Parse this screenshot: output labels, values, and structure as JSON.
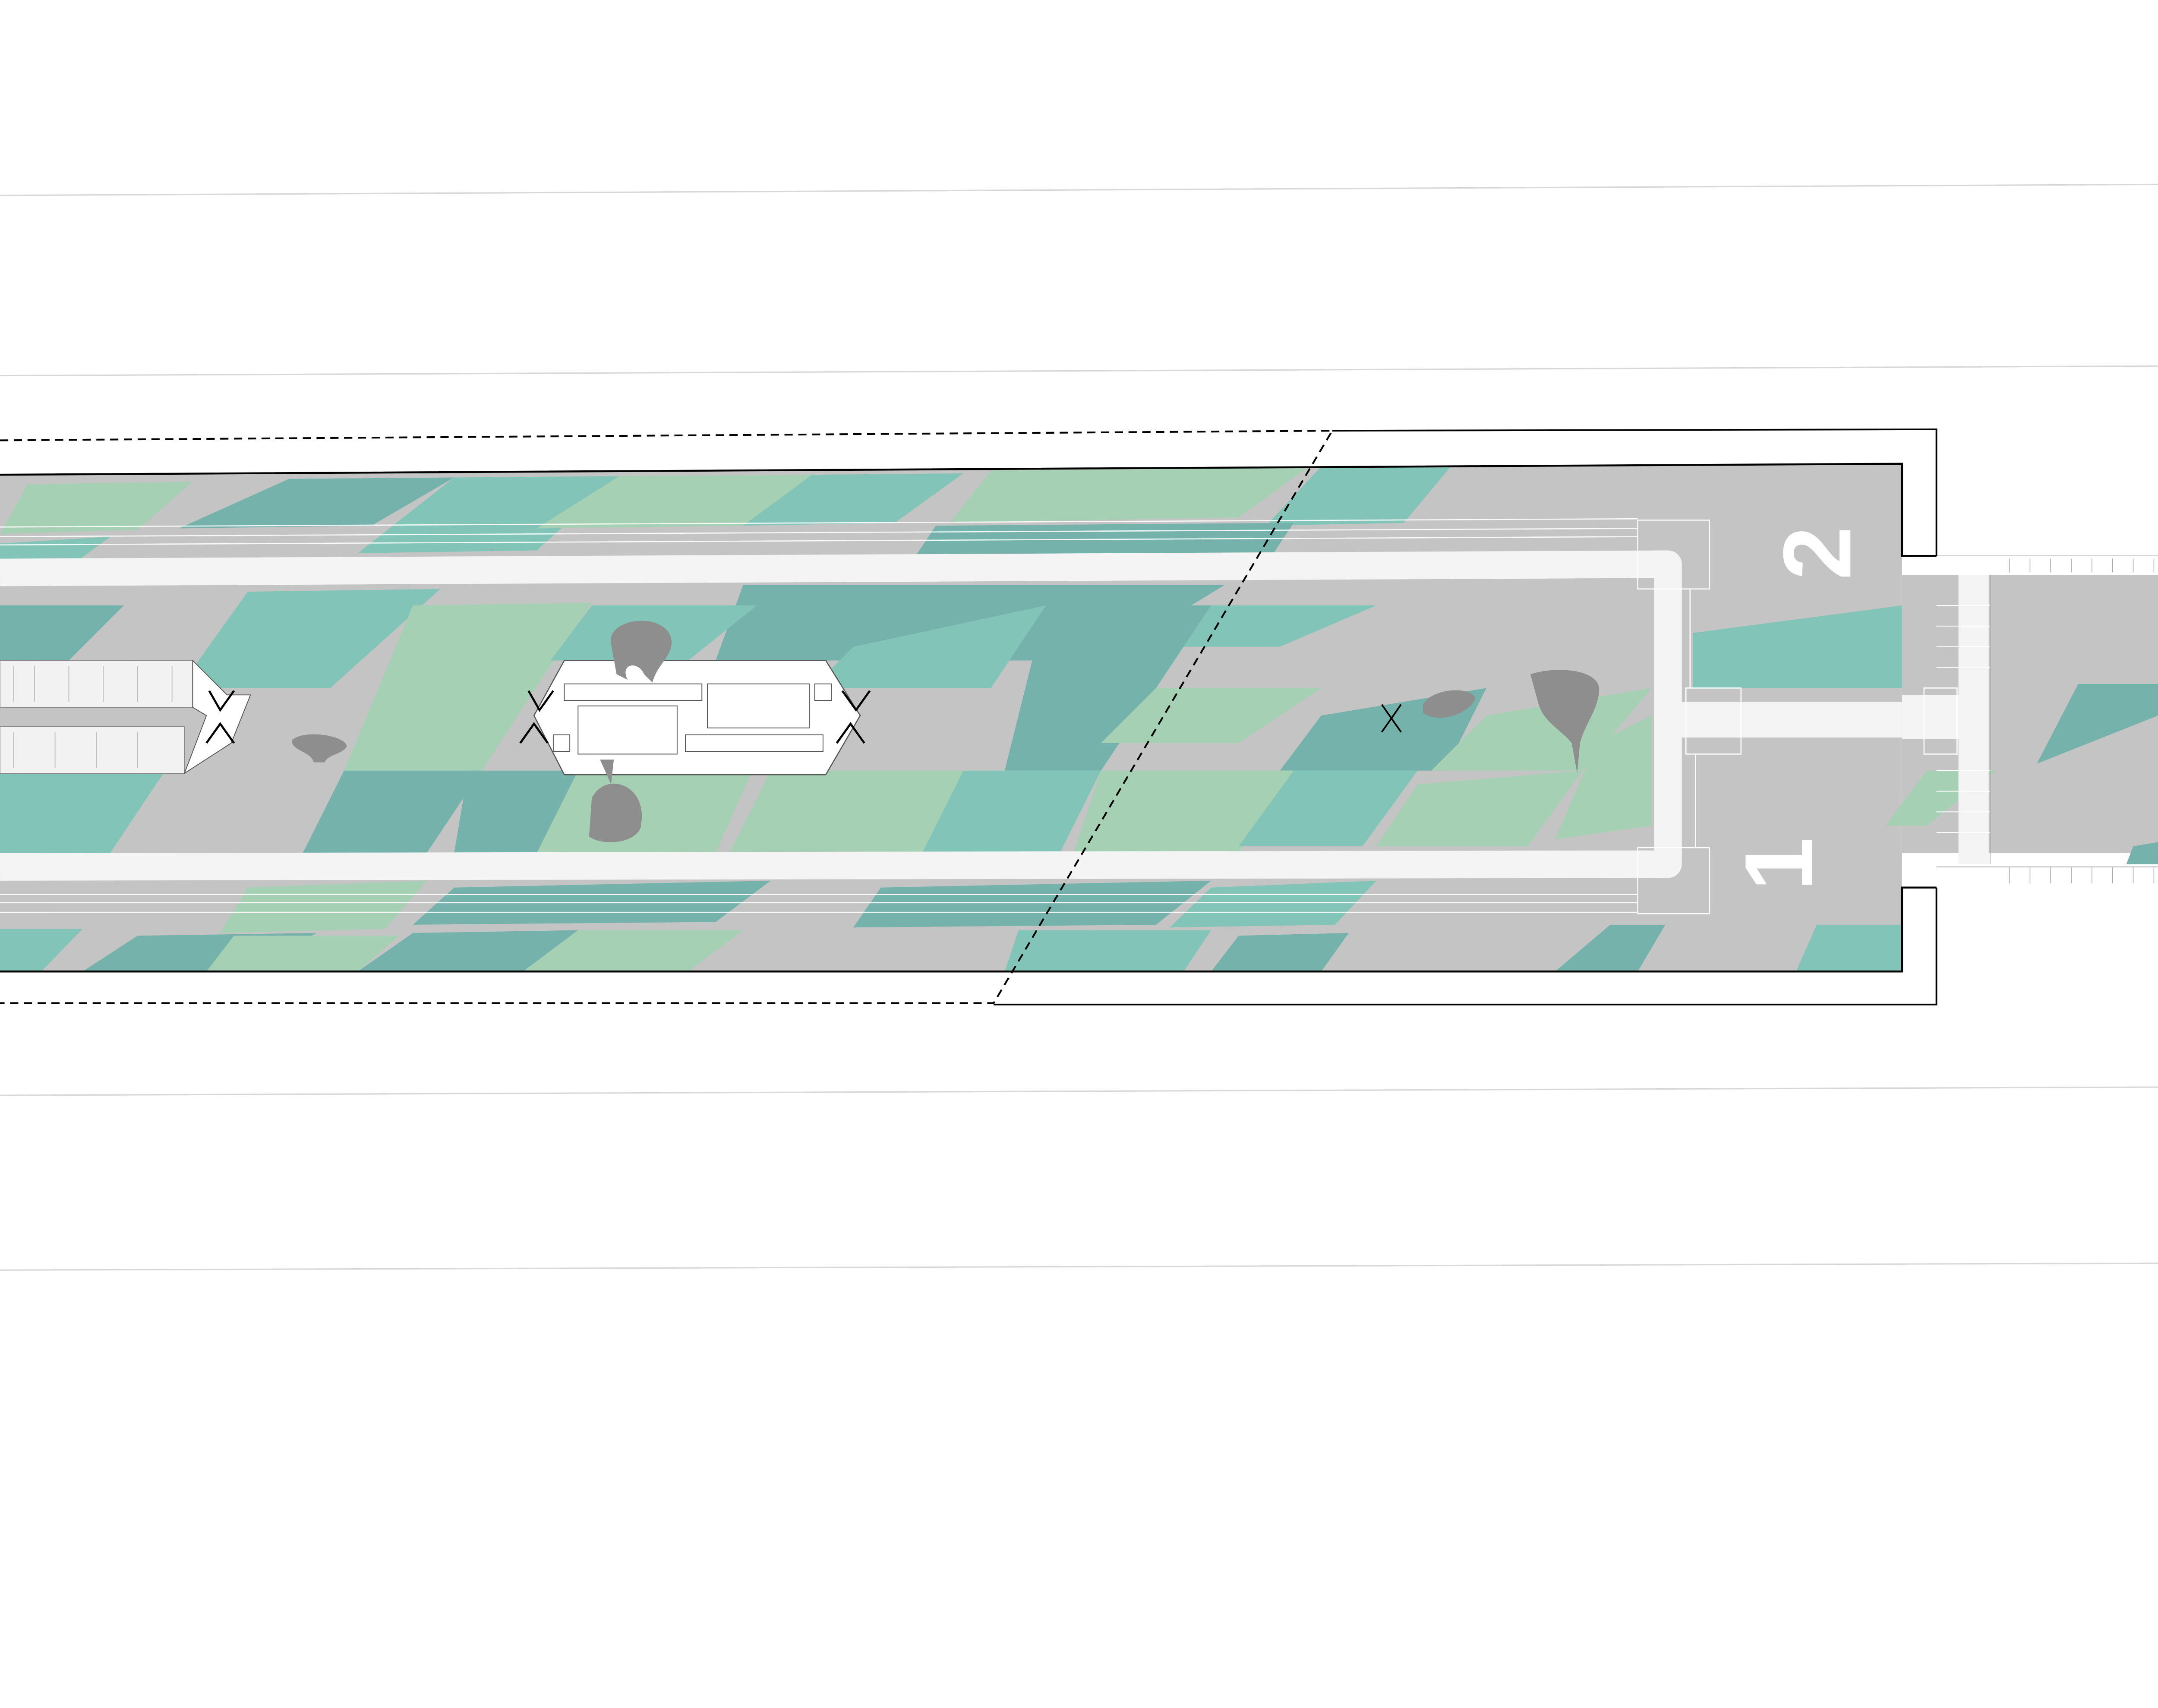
{
  "diagram": {
    "type": "station platform plan",
    "platform_numbers": {
      "upper": "2",
      "lower": "1"
    },
    "colors": {
      "floor_grey": "#c4c4c4",
      "teal": "#82c4b8",
      "dark_teal": "#74b2ab",
      "light_green": "#a6d0b4",
      "path_white": "#f4f4f4",
      "outline": "#000000",
      "figure_grey": "#8e8e8e"
    }
  }
}
